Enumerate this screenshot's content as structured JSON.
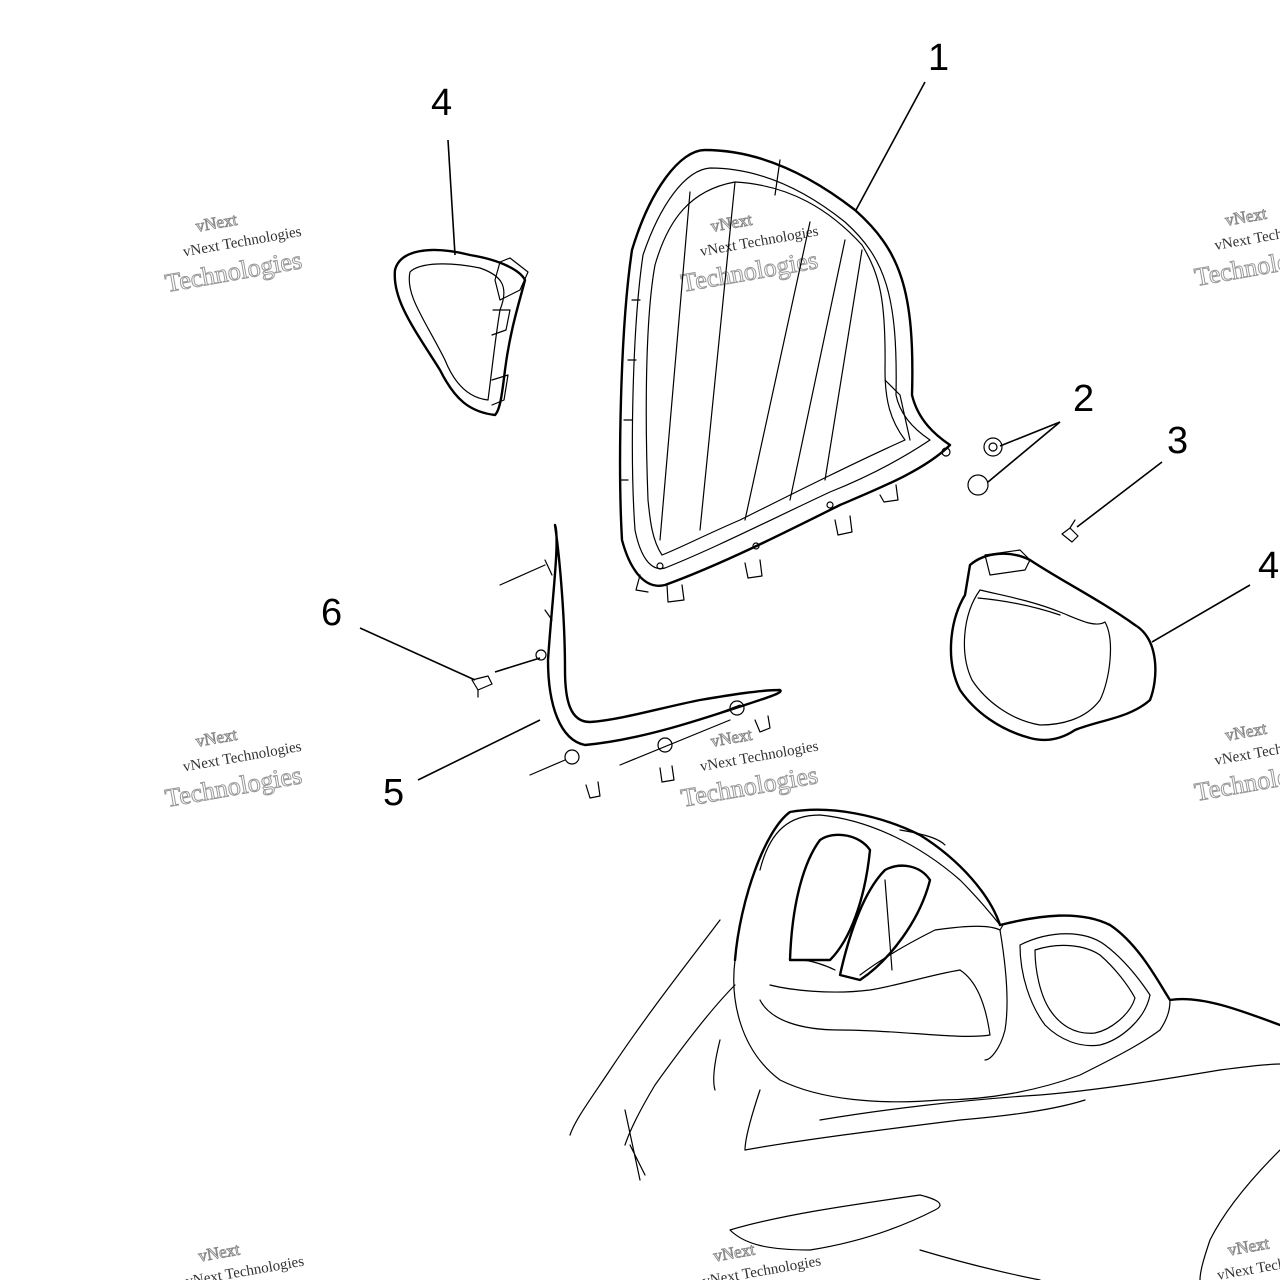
{
  "callouts": [
    {
      "id": "windshield",
      "label": "1"
    },
    {
      "id": "washers",
      "label": "2"
    },
    {
      "id": "screw-right",
      "label": "3"
    },
    {
      "id": "mirror-left",
      "label": "4"
    },
    {
      "id": "mirror-right",
      "label": "4"
    },
    {
      "id": "trim",
      "label": "5"
    },
    {
      "id": "screw-left",
      "label": "6"
    }
  ],
  "watermark": {
    "line1": "vNext",
    "line2": "vNext Technologies",
    "line3": "Technologies"
  }
}
